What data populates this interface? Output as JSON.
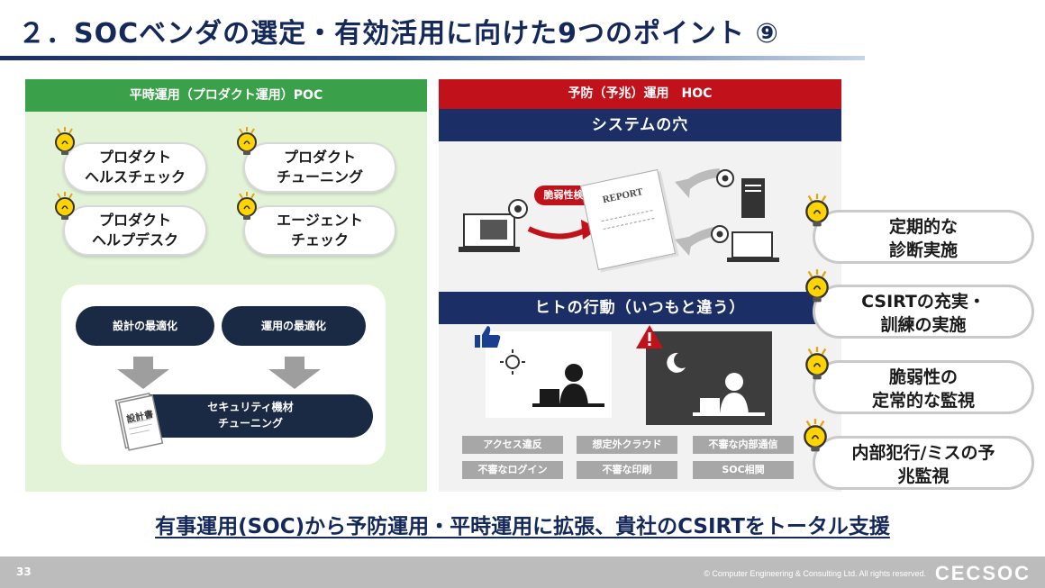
{
  "slide": {
    "title": "２．SOCベンダの選定・有効活用に向けた9つのポイント ⑨",
    "page_number": "33",
    "copyright": "© Computer Engineering & Consulting Ltd. All rights reserved.",
    "logo": "CECSOC",
    "bottom_message": "有事運用(SOC)から予防運用・平時運用に拡張、貴社のCSIRTをトータル支援"
  },
  "poc": {
    "header": "平時運用（プロダクト運用）POC",
    "pills": [
      {
        "line1": "プロダクト",
        "line2": "ヘルスチェック"
      },
      {
        "line1": "プロダクト",
        "line2": "チューニング"
      },
      {
        "line1": "プロダクト",
        "line2": "ヘルプデスク"
      },
      {
        "line1": "エージェント",
        "line2": "チェック"
      }
    ],
    "optimization": {
      "design": "設計の最適化",
      "operation": "運用の最適化",
      "tuning_line1": "セキュリティ機材",
      "tuning_line2": "チューニング",
      "document_label": "設計書"
    }
  },
  "hoc": {
    "header": "予防（予兆）運用　HOC",
    "system_bar": "システムの穴",
    "vuln_bubble": "脆弱性検出",
    "report_label": "REPORT",
    "human_bar": "ヒトの行動（いつもと違う）",
    "tags": [
      "アクセス違反",
      "想定外クラウド",
      "不審な内部通信",
      "不審なログイン",
      "不審な印刷",
      "SOC相関"
    ]
  },
  "actions": [
    {
      "line1": "定期的な",
      "line2": "診断実施"
    },
    {
      "line1": "CSIRTの充実・",
      "line2": "訓練の実施"
    },
    {
      "line1": "脆弱性の",
      "line2": "定常的な監視"
    },
    {
      "line1": "内部犯行/ミスの予",
      "line2": "兆監視"
    }
  ],
  "colors": {
    "title": "#14285a",
    "poc_header": "#3aa04a",
    "poc_bg": "#e2f3d8",
    "hoc_header": "#c1121c",
    "navy": "#1b2f66",
    "tag_gray": "#a7a7a7"
  }
}
